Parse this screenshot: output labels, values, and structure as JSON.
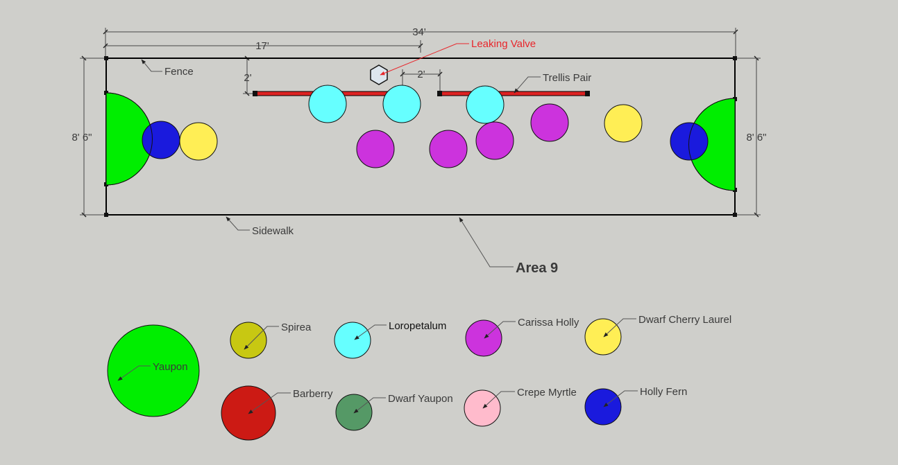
{
  "dimensions": {
    "total_width": "34'",
    "half_width": "17'",
    "depth_left": "8' 6\"",
    "depth_right": "8' 6\"",
    "trellis_offset": "2'",
    "trellis_gap": "2'"
  },
  "plan_labels": {
    "fence": "Fence",
    "sidewalk": "Sidewalk",
    "area": "Area 9",
    "trellis": "Trellis Pair",
    "valve": "Leaking Valve"
  },
  "colors": {
    "yaupon": "#00ee00",
    "spirea": "#c8c812",
    "loropetalum": "#66ffff",
    "carissa_holly": "#cc33dd",
    "dwarf_cherry_laurel": "#ffee55",
    "barberry": "#cc1a14",
    "dwarf_yaupon": "#559966",
    "crepe_myrtle": "#ffbbcc",
    "holly_fern": "#1a1add",
    "trellis": "#dd2222",
    "valve_fill": "#dde6ee",
    "background": "#cfcfcb",
    "label_red": "#e8262b"
  },
  "legend": {
    "yaupon": "Yaupon",
    "spirea": "Spirea",
    "loropetalum": "Loropetalum",
    "carissa_holly": "Carissa Holly",
    "dwarf_cherry_laurel": "Dwarf Cherry Laurel",
    "barberry": "Barberry",
    "dwarf_yaupon": "Dwarf Yaupon",
    "crepe_myrtle": "Crepe Myrtle",
    "holly_fern": "Holly Fern"
  }
}
